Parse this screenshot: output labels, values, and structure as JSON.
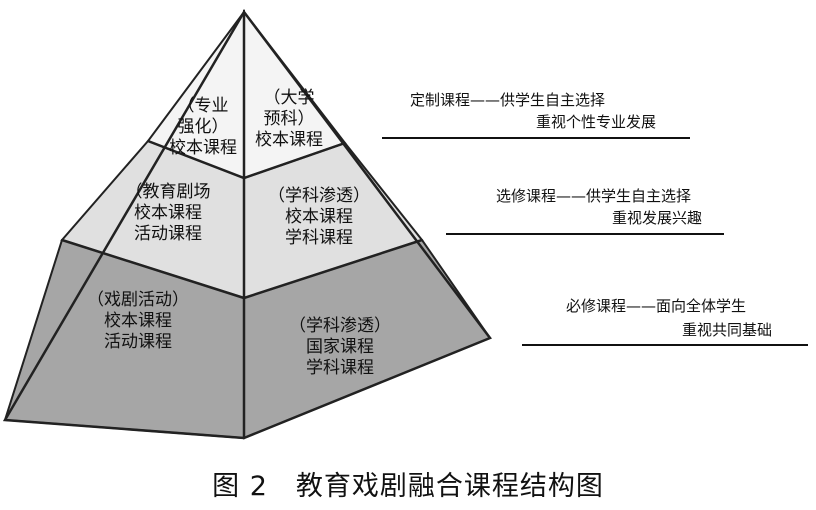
{
  "pyramid": {
    "colors": {
      "top_face": "#f4f4f4",
      "mid_face": "#e0e0e0",
      "bottom_face": "#a6a6a6",
      "outline": "#222222"
    },
    "tiers": {
      "top": {
        "left_text": "（专业\n强化）\n校本课程",
        "right_text": "（大学\n预科）\n校本课程"
      },
      "middle": {
        "left_text": "（教育剧场\n校本课程\n活动课程",
        "right_text": "（学科渗透）\n校本课程\n学科课程"
      },
      "bottom": {
        "left_text": "（戏剧活动）\n校本课程\n活动课程",
        "right_text": "（学科渗透）\n国家课程\n学科课程"
      }
    }
  },
  "annotations": {
    "custom": {
      "line1": "定制课程——供学生自主选择",
      "line2": "重视个性专业发展"
    },
    "elective": {
      "line1": "选修课程——供学生自主选择",
      "line2": "重视发展兴趣"
    },
    "required": {
      "line1": "必修课程——面向全体学生",
      "line2": "重视共同基础"
    }
  },
  "caption": "图 2　教育戏剧融合课程结构图"
}
